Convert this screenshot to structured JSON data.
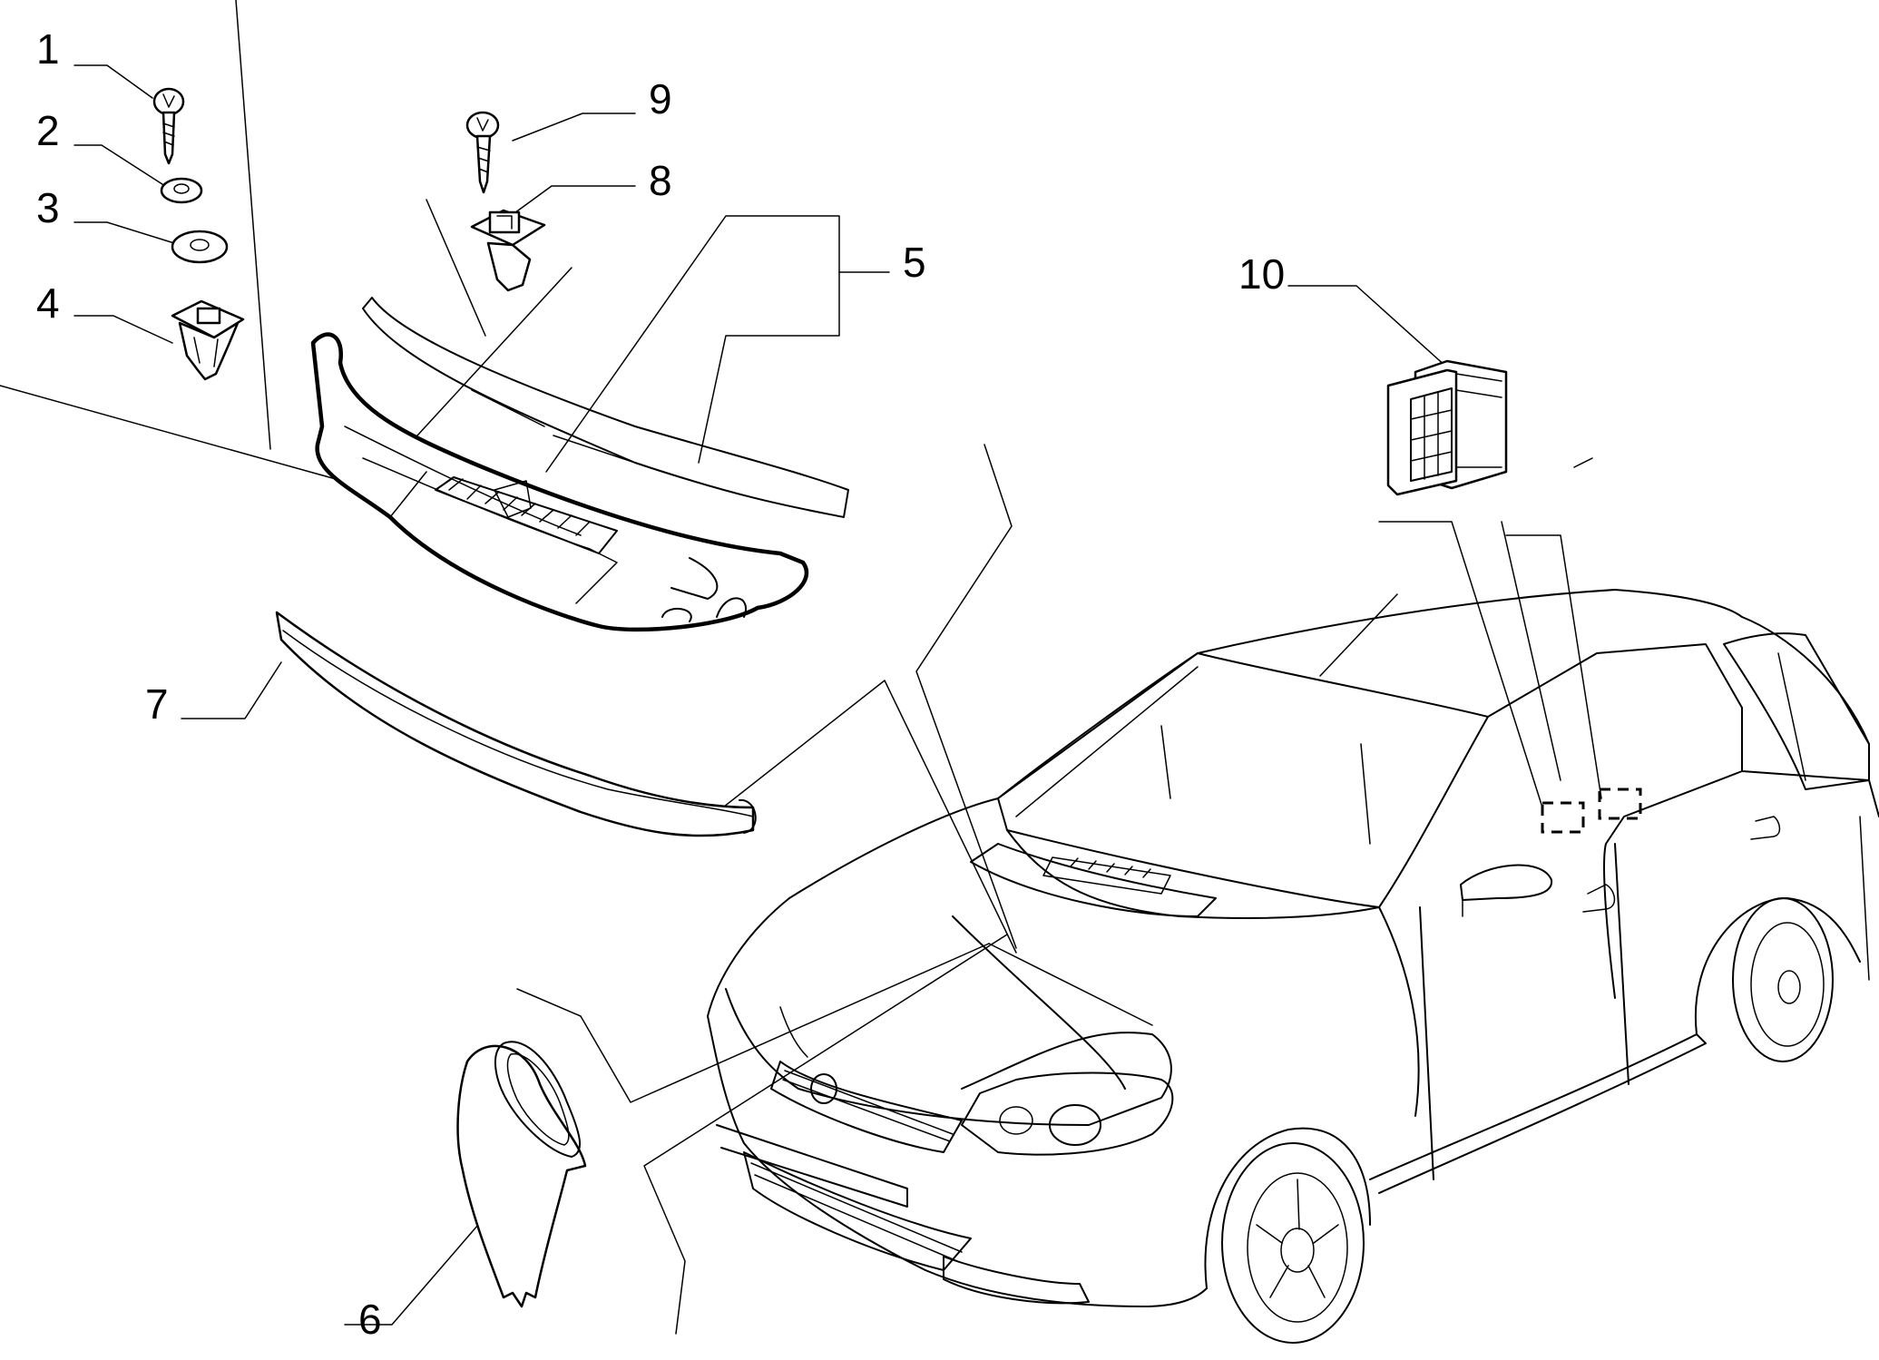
{
  "diagram": {
    "callouts": [
      {
        "id": "callout-1",
        "label": "1"
      },
      {
        "id": "callout-2",
        "label": "2"
      },
      {
        "id": "callout-3",
        "label": "3"
      },
      {
        "id": "callout-4",
        "label": "4"
      },
      {
        "id": "callout-5",
        "label": "5"
      },
      {
        "id": "callout-6",
        "label": "6"
      },
      {
        "id": "callout-7",
        "label": "7"
      },
      {
        "id": "callout-8",
        "label": "8"
      },
      {
        "id": "callout-9",
        "label": "9"
      },
      {
        "id": "callout-10",
        "label": "10"
      }
    ],
    "parts": [
      {
        "name": "screw",
        "icon": "screw-icon"
      },
      {
        "name": "small-washer",
        "icon": "washer-icon"
      },
      {
        "name": "large-washer",
        "icon": "washer-icon"
      },
      {
        "name": "clip",
        "icon": "clip-icon"
      },
      {
        "name": "cowl-panel",
        "icon": "cowl-panel-icon"
      },
      {
        "name": "air-duct-seal",
        "icon": "duct-icon"
      },
      {
        "name": "rubber-seal-strip",
        "icon": "seal-strip-icon"
      },
      {
        "name": "plastic-clip",
        "icon": "clip-icon"
      },
      {
        "name": "screw-upper",
        "icon": "screw-icon"
      },
      {
        "name": "vent-grille",
        "icon": "vent-grille-icon"
      }
    ],
    "colors": {
      "line": "#000000",
      "background": "#ffffff"
    }
  }
}
